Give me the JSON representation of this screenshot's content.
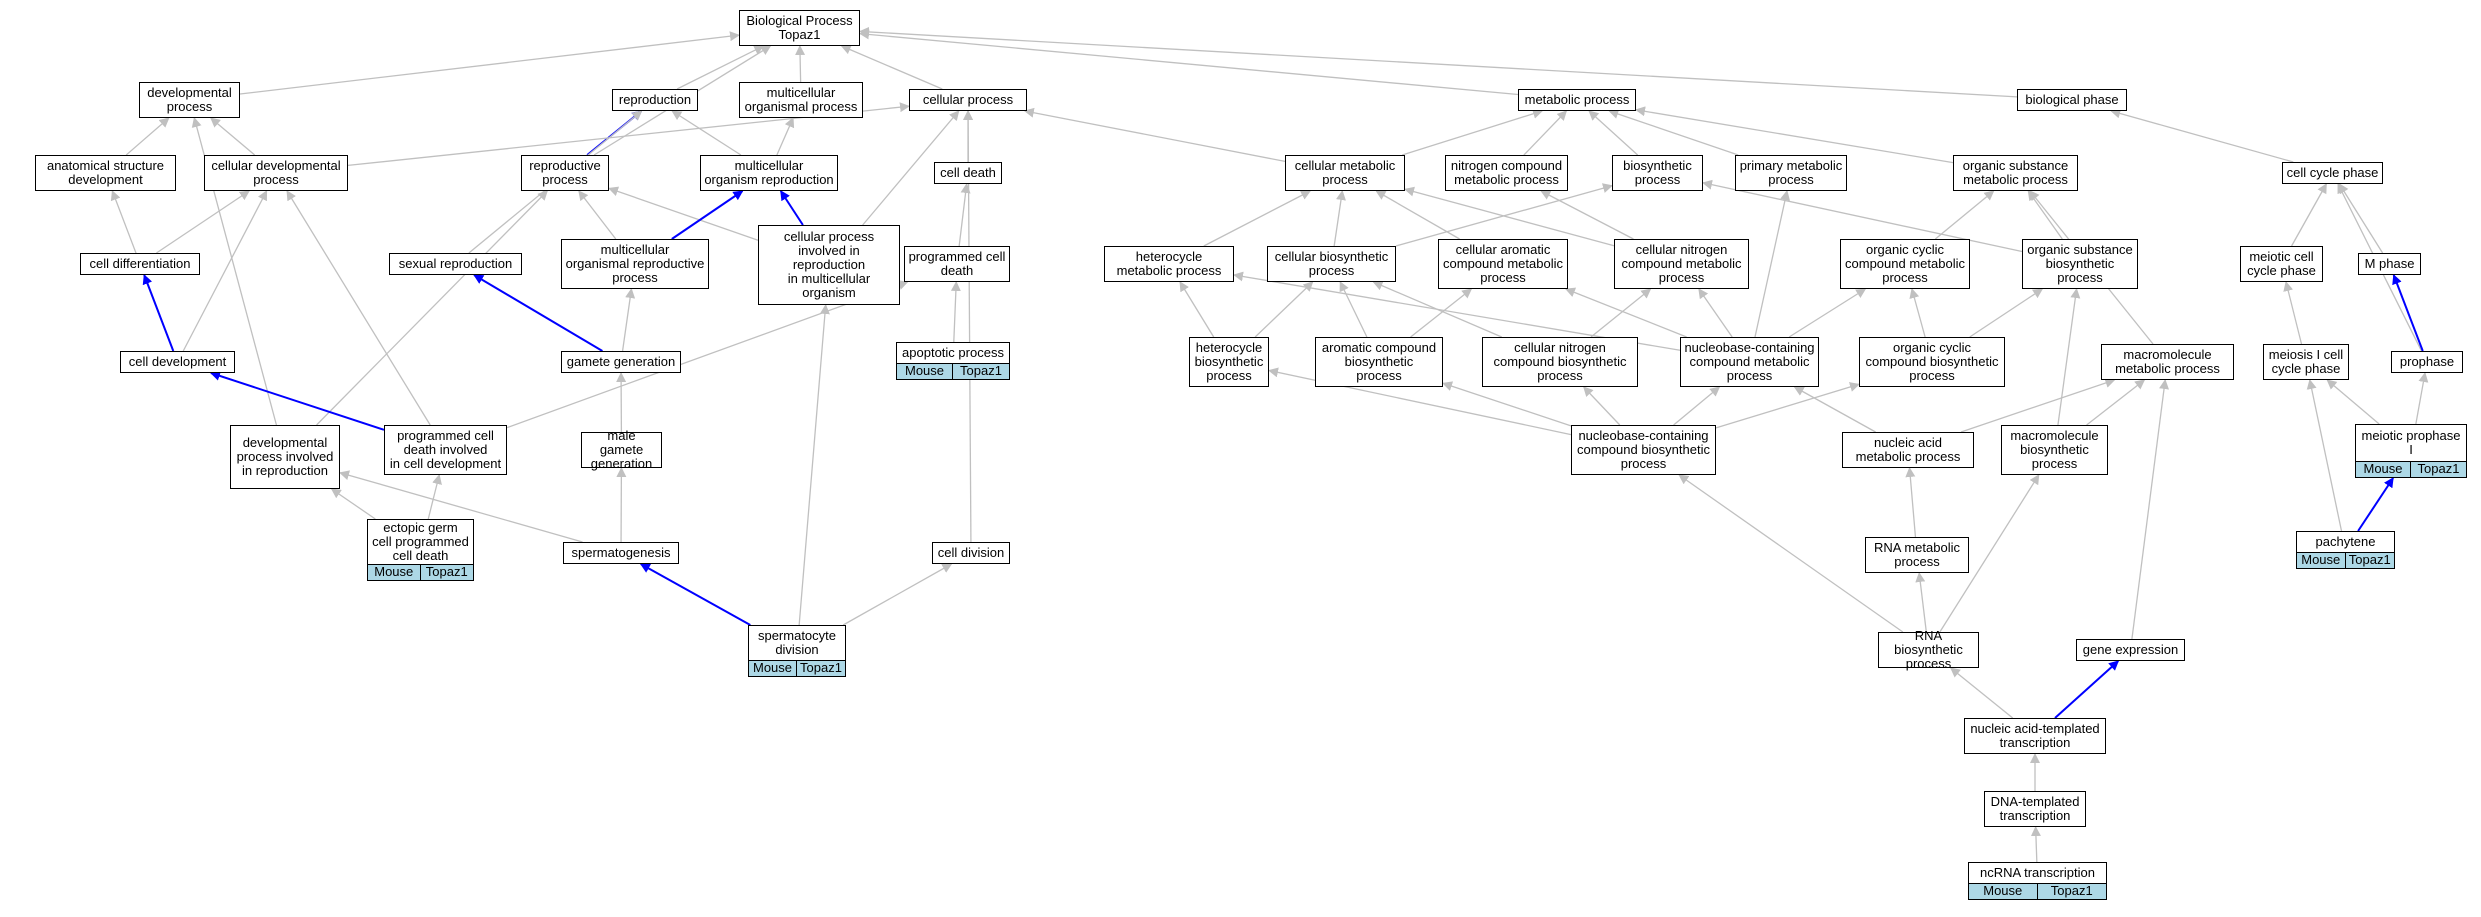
{
  "diagram": {
    "colors": {
      "edge_default": "#c0c0c0",
      "edge_highlight": "#0000ff",
      "tag_fill": "#add8e6"
    },
    "nodes": [
      {
        "id": "bp",
        "label": "Biological Process\nTopaz1"
      },
      {
        "id": "dev",
        "label": "developmental\nprocess"
      },
      {
        "id": "repro",
        "label": "reproduction"
      },
      {
        "id": "multi",
        "label": "multicellular\norganismal process"
      },
      {
        "id": "cellproc",
        "label": "cellular process"
      },
      {
        "id": "metab",
        "label": "metabolic process"
      },
      {
        "id": "bphase",
        "label": "biological phase"
      },
      {
        "id": "anat",
        "label": "anatomical structure\ndevelopment"
      },
      {
        "id": "celldev",
        "label": "cellular developmental\nprocess"
      },
      {
        "id": "reprop",
        "label": "reproductive\nprocess"
      },
      {
        "id": "multirepro",
        "label": "multicellular\norganism reproduction"
      },
      {
        "id": "celldeath",
        "label": "cell death"
      },
      {
        "id": "cellmet",
        "label": "cellular metabolic\nprocess"
      },
      {
        "id": "nitro",
        "label": "nitrogen compound\nmetabolic process"
      },
      {
        "id": "biosyn",
        "label": "biosynthetic\nprocess"
      },
      {
        "id": "primary",
        "label": "primary metabolic\nprocess"
      },
      {
        "id": "orgsub",
        "label": "organic substance\nmetabolic process"
      },
      {
        "id": "ccphase",
        "label": "cell cycle phase"
      },
      {
        "id": "celldiff",
        "label": "cell differentiation"
      },
      {
        "id": "sexrepro",
        "label": "sexual reproduction"
      },
      {
        "id": "multiorgrepro",
        "label": "multicellular\norganismal reproductive\nprocess"
      },
      {
        "id": "cpinvolved",
        "label": "cellular process\ninvolved in\nreproduction\nin multicellular\norganism"
      },
      {
        "id": "pcd",
        "label": "programmed cell\ndeath"
      },
      {
        "id": "heterometab",
        "label": "heterocycle\nmetabolic process"
      },
      {
        "id": "cellbiosyn",
        "label": "cellular biosynthetic\nprocess"
      },
      {
        "id": "cellarom",
        "label": "cellular aromatic\ncompound metabolic\nprocess"
      },
      {
        "id": "cellnitro",
        "label": "cellular nitrogen\ncompound metabolic\nprocess"
      },
      {
        "id": "orgcyclic",
        "label": "organic cyclic\ncompound metabolic\nprocess"
      },
      {
        "id": "orgsubbio",
        "label": "organic substance\nbiosynthetic\nprocess"
      },
      {
        "id": "meioticcc",
        "label": "meiotic cell\ncycle phase"
      },
      {
        "id": "mphase",
        "label": "M phase"
      },
      {
        "id": "celldevt",
        "label": "cell development"
      },
      {
        "id": "gamete",
        "label": "gamete generation"
      },
      {
        "id": "apop",
        "label": "apoptotic process"
      },
      {
        "id": "heterobio",
        "label": "heterocycle\nbiosynthetic\nprocess"
      },
      {
        "id": "arombio",
        "label": "aromatic compound\nbiosynthetic\nprocess"
      },
      {
        "id": "cellnitrobio",
        "label": "cellular nitrogen\ncompound biosynthetic\nprocess"
      },
      {
        "id": "nucbasemet",
        "label": "nucleobase-containing\ncompound metabolic\nprocess"
      },
      {
        "id": "orgcycbio",
        "label": "organic cyclic\ncompound biosynthetic\nprocess"
      },
      {
        "id": "macromet",
        "label": "macromolecule\nmetabolic process"
      },
      {
        "id": "meiosis1",
        "label": "meiosis I cell\ncycle phase"
      },
      {
        "id": "prophase",
        "label": "prophase"
      },
      {
        "id": "devrepro",
        "label": "developmental\nprocess involved\nin reproduction"
      },
      {
        "id": "pcdcelldev",
        "label": "programmed cell\ndeath involved\nin cell development"
      },
      {
        "id": "malegam",
        "label": "male gamete\ngeneration"
      },
      {
        "id": "nucbasebio",
        "label": "nucleobase-containing\ncompound biosynthetic\nprocess"
      },
      {
        "id": "nucacid",
        "label": "nucleic acid\nmetabolic process"
      },
      {
        "id": "macrobio",
        "label": "macromolecule\nbiosynthetic\nprocess"
      },
      {
        "id": "meiproph",
        "label": "meiotic prophase\nI"
      },
      {
        "id": "ectopic",
        "label": "ectopic germ\ncell programmed\ncell death"
      },
      {
        "id": "spermgen",
        "label": "spermatogenesis"
      },
      {
        "id": "celldiv",
        "label": "cell division"
      },
      {
        "id": "rnamet",
        "label": "RNA metabolic\nprocess"
      },
      {
        "id": "pachy",
        "label": "pachytene"
      },
      {
        "id": "spermdiv",
        "label": "spermatocyte\ndivision"
      },
      {
        "id": "rnabio",
        "label": "RNA biosynthetic\nprocess"
      },
      {
        "id": "geneexp",
        "label": "gene expression"
      },
      {
        "id": "nucacidtx",
        "label": "nucleic acid-templated\ntranscription"
      },
      {
        "id": "dnatx",
        "label": "DNA-templated\ntranscription"
      },
      {
        "id": "ncrna",
        "label": "ncRNA transcription"
      }
    ],
    "tags": {
      "apop": [
        "Mouse",
        "Topaz1"
      ],
      "meiproph": [
        "Mouse",
        "Topaz1"
      ],
      "ectopic": [
        "Mouse",
        "Topaz1"
      ],
      "pachy": [
        "Mouse",
        "Topaz1"
      ],
      "spermdiv": [
        "Mouse",
        "Topaz1"
      ],
      "ncrna": [
        "Mouse",
        "Topaz1"
      ]
    },
    "edges": [
      [
        "dev",
        "bp",
        false
      ],
      [
        "repro",
        "bp",
        false
      ],
      [
        "multi",
        "bp",
        false
      ],
      [
        "cellproc",
        "bp",
        false
      ],
      [
        "metab",
        "bp",
        false
      ],
      [
        "bphase",
        "bp",
        false
      ],
      [
        "reprop",
        "bp",
        false
      ],
      [
        "anat",
        "dev",
        false
      ],
      [
        "celldev",
        "dev",
        false
      ],
      [
        "devrepro",
        "dev",
        false
      ],
      [
        "reprop",
        "repro",
        true
      ],
      [
        "multirepro",
        "repro",
        false
      ],
      [
        "sexrepro",
        "repro",
        false
      ],
      [
        "multirepro",
        "multi",
        false
      ],
      [
        "celldev",
        "cellproc",
        false
      ],
      [
        "celldeath",
        "cellproc",
        false
      ],
      [
        "cellmet",
        "cellproc",
        false
      ],
      [
        "cpinvolved",
        "cellproc",
        false
      ],
      [
        "celldiv",
        "cellproc",
        false
      ],
      [
        "cellmet",
        "metab",
        false
      ],
      [
        "nitro",
        "metab",
        false
      ],
      [
        "biosyn",
        "metab",
        false
      ],
      [
        "primary",
        "metab",
        false
      ],
      [
        "orgsub",
        "metab",
        false
      ],
      [
        "ccphase",
        "bphase",
        false
      ],
      [
        "celldiff",
        "celldev",
        false
      ],
      [
        "celldevt",
        "celldev",
        false
      ],
      [
        "pcdcelldev",
        "celldev",
        false
      ],
      [
        "celldevt",
        "anat",
        false
      ],
      [
        "celldevt",
        "celldiff",
        true
      ],
      [
        "multiorgrepro",
        "reprop",
        false
      ],
      [
        "cpinvolved",
        "reprop",
        false
      ],
      [
        "devrepro",
        "reprop",
        false
      ],
      [
        "multiorgrepro",
        "multirepro",
        true
      ],
      [
        "cpinvolved",
        "multirepro",
        true
      ],
      [
        "gamete",
        "sexrepro",
        true
      ],
      [
        "gamete",
        "multiorgrepro",
        false
      ],
      [
        "pcd",
        "celldeath",
        false
      ],
      [
        "apop",
        "pcd",
        false
      ],
      [
        "pcdcelldev",
        "pcd",
        false
      ],
      [
        "heterometab",
        "cellmet",
        false
      ],
      [
        "cellbiosyn",
        "cellmet",
        false
      ],
      [
        "cellarom",
        "cellmet",
        false
      ],
      [
        "cellnitro",
        "cellmet",
        false
      ],
      [
        "cellnitro",
        "nitro",
        false
      ],
      [
        "cellbiosyn",
        "biosyn",
        false
      ],
      [
        "orgsubbio",
        "biosyn",
        false
      ],
      [
        "nucbasemet",
        "primary",
        false
      ],
      [
        "orgcyclic",
        "orgsub",
        false
      ],
      [
        "orgsubbio",
        "orgsub",
        false
      ],
      [
        "macromet",
        "orgsub",
        false
      ],
      [
        "heterobio",
        "heterometab",
        false
      ],
      [
        "nucbasemet",
        "heterometab",
        false
      ],
      [
        "heterobio",
        "cellbiosyn",
        false
      ],
      [
        "arombio",
        "cellbiosyn",
        false
      ],
      [
        "cellnitrobio",
        "cellbiosyn",
        false
      ],
      [
        "arombio",
        "cellarom",
        false
      ],
      [
        "nucbasemet",
        "cellarom",
        false
      ],
      [
        "cellnitrobio",
        "cellnitro",
        false
      ],
      [
        "nucbasemet",
        "cellnitro",
        false
      ],
      [
        "nucbasemet",
        "orgcyclic",
        false
      ],
      [
        "orgcycbio",
        "orgcyclic",
        false
      ],
      [
        "orgcycbio",
        "orgsubbio",
        false
      ],
      [
        "macrobio",
        "orgsubbio",
        false
      ],
      [
        "meioticcc",
        "ccphase",
        false
      ],
      [
        "mphase",
        "ccphase",
        false
      ],
      [
        "prophase",
        "ccphase",
        false
      ],
      [
        "meiosis1",
        "meioticcc",
        false
      ],
      [
        "prophase",
        "mphase",
        true
      ],
      [
        "meiproph",
        "meiosis1",
        false
      ],
      [
        "pachy",
        "meiosis1",
        false
      ],
      [
        "meiproph",
        "prophase",
        false
      ],
      [
        "pachy",
        "meiproph",
        true
      ],
      [
        "pcdcelldev",
        "celldevt",
        true
      ],
      [
        "ectopic",
        "devrepro",
        false
      ],
      [
        "ectopic",
        "pcdcelldev",
        false
      ],
      [
        "malegam",
        "gamete",
        false
      ],
      [
        "spermgen",
        "malegam",
        false
      ],
      [
        "spermgen",
        "devrepro",
        false
      ],
      [
        "nucbasebio",
        "heterobio",
        false
      ],
      [
        "nucbasebio",
        "arombio",
        false
      ],
      [
        "nucbasebio",
        "cellnitrobio",
        false
      ],
      [
        "nucbasebio",
        "nucbasemet",
        false
      ],
      [
        "nucbasebio",
        "orgcycbio",
        false
      ],
      [
        "nucacid",
        "nucbasemet",
        false
      ],
      [
        "nucacid",
        "macromet",
        false
      ],
      [
        "macrobio",
        "macromet",
        false
      ],
      [
        "geneexp",
        "macromet",
        false
      ],
      [
        "rnamet",
        "nucacid",
        false
      ],
      [
        "rnabio",
        "rnamet",
        false
      ],
      [
        "rnabio",
        "nucbasebio",
        false
      ],
      [
        "rnabio",
        "macrobio",
        false
      ],
      [
        "spermdiv",
        "spermgen",
        true
      ],
      [
        "spermdiv",
        "cpinvolved",
        false
      ],
      [
        "spermdiv",
        "celldiv",
        false
      ],
      [
        "nucacidtx",
        "rnabio",
        false
      ],
      [
        "nucacidtx",
        "geneexp",
        true
      ],
      [
        "dnatx",
        "nucacidtx",
        false
      ],
      [
        "ncrna",
        "dnatx",
        false
      ]
    ]
  }
}
